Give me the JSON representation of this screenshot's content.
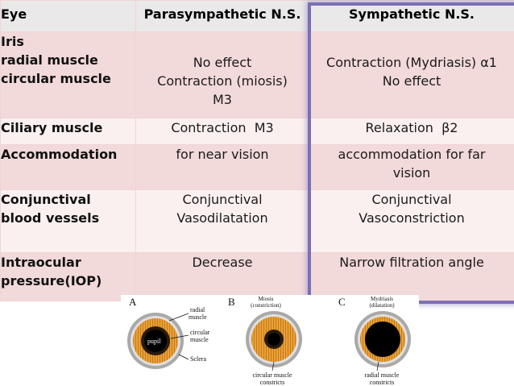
{
  "table": {
    "headers": [
      "Eye",
      "Parasympathetic N.S.",
      "Sympathetic N.S."
    ],
    "rows": [
      {
        "label": [
          "Iris",
          "radial muscle",
          "circular muscle"
        ],
        "para": [
          "No effect",
          "Contraction (miosis)",
          "M3"
        ],
        "symp": [
          "Contraction (Mydriasis) α1",
          "No effect"
        ]
      },
      {
        "label": [
          "Ciliary muscle"
        ],
        "para": [
          "Contraction  M3"
        ],
        "symp": [
          "Relaxation  β2"
        ]
      },
      {
        "label": [
          "Accommodation"
        ],
        "para": [
          "for near vision"
        ],
        "symp": [
          "accommodation for far",
          "vision"
        ]
      },
      {
        "label": [
          "Conjunctival",
          "blood vessels"
        ],
        "para": [
          "Conjunctival",
          "Vasodilatation"
        ],
        "symp": [
          "Conjunctival",
          "Vasoconstriction"
        ]
      },
      {
        "label": [
          "Intraocular",
          "pressure(IOP)"
        ],
        "para": [
          "Decrease"
        ],
        "symp": [
          "Narrow filtration angle"
        ]
      }
    ]
  },
  "figure": {
    "panel_a": {
      "letter": "A",
      "pupil": "pupil",
      "radial": [
        "radial",
        "muscle"
      ],
      "circular": [
        "circular",
        "muscle"
      ],
      "sclera": "Sclera"
    },
    "panel_b": {
      "letter": "B",
      "title": [
        "Miosis",
        "(constriction)"
      ],
      "caption": [
        "circular muscle",
        "constricts"
      ]
    },
    "panel_c": {
      "letter": "C",
      "title": [
        "Mydriasis",
        "(dilatation)"
      ],
      "caption": [
        "radial muscle",
        "constricts"
      ]
    },
    "colors": {
      "sclera_ring": "#a9a9a9",
      "iris": "#e8a235",
      "iris_dark": "#c7781e",
      "pupil": "#000000"
    }
  }
}
